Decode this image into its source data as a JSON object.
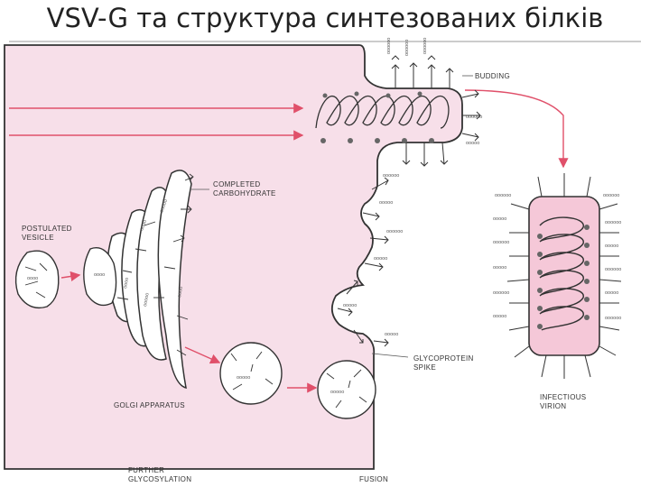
{
  "title": "VSV-G та структура синтезованих білків",
  "labels": {
    "budding": "BUDDING",
    "completed": "COMPLETED",
    "carbohydrate": "CARBOHYDRATE",
    "postulated": "POSTULATED",
    "vesicle": "VESICLE",
    "golgi": "GOLGI APPARATUS",
    "glycoprotein": "GLYCOPROTEIN",
    "spike": "SPIKE",
    "infectious": "INFECTIOUS",
    "virion": "VIRION",
    "further": "FURTHER",
    "glycosylation": "GLYCOSYLATION",
    "fusion": "FUSION"
  },
  "colors": {
    "cell_fill": "#f7dfe9",
    "virion_fill": "#f5c8d8",
    "arrow": "#e0506a",
    "ink": "#333333"
  },
  "icons": {
    "spike": "glycoprotein-spike-icon",
    "carbohydrate": "carbohydrate-branch-icon",
    "nucleocapsid": "nucleocapsid-coil-icon"
  }
}
